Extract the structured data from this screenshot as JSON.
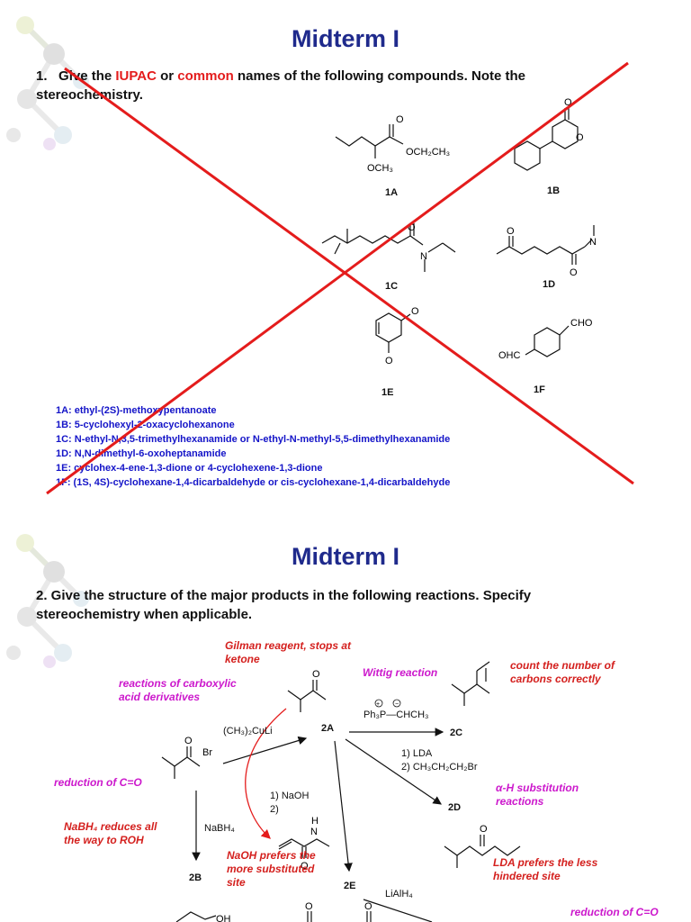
{
  "slide1": {
    "title": "Midterm I",
    "question": {
      "number": "1.",
      "pre": "Give the ",
      "iupac": "IUPAC",
      "or": " or ",
      "common": "common",
      "post": " names of the following compounds. Note the stereochemistry."
    },
    "compound_labels": [
      "1A",
      "1B",
      "1C",
      "1D",
      "1E",
      "1F"
    ],
    "structure_text": {
      "a_ester": "OCH₂CH₃",
      "a_methoxy": "OCH₃",
      "o": "O",
      "n": "N",
      "cho": "CHO",
      "ohc": "OHC"
    },
    "answers": [
      "1A: ethyl-(2S)-methoxypentanoate",
      "1B: 5-cyclohexyl-2-oxacyclohexanone",
      "1C: N-ethyl-N,3,5-trimethylhexanamide or N-ethyl-N-methyl-5,5-dimethylhexanamide",
      "1D: N,N-dimethyl-6-oxoheptanamide",
      "1E: cyclohex-4-ene-1,3-dione or 4-cyclohexene-1,3-dione",
      "1F: (1S, 4S)-cyclohexane-1,4-dicarbaldehyde or cis-cyclohexane-1,4-dicarbaldehyde"
    ]
  },
  "slide2": {
    "title": "Midterm I",
    "question": "2. Give the structure of the major products in the following reactions. Specify stereochemistry when applicable.",
    "notes": {
      "gilman": "Gilman reagent, stops at ketone",
      "carboxylic": "reactions of carboxylic acid derivatives",
      "wittig": "Wittig reaction",
      "count": "count the number of carbons correctly",
      "reduction1": "reduction of C=O",
      "nabh4_note": "NaBH₄ reduces all the way to ROH",
      "naoh_note": "NaOH prefers the more substituted site",
      "alpha": "α-H substitution reactions",
      "lda_note": "LDA prefers the less hindered site",
      "reduction2": "reduction of C=O"
    },
    "reagents": {
      "cuprate": "(CH₃)₂CuLi",
      "wittig_reagent": "Ph₃P—CHCH₃",
      "lda1": "1) LDA",
      "lda2": "2) CH₃CH₂CH₂Br",
      "naoh1": "1) NaOH",
      "naoh2": "2)",
      "nabh4": "NaBH₄",
      "lialh4": "LiAlH₄",
      "br": "Br",
      "oh": "OH",
      "o": "O",
      "h": "H",
      "n": "N"
    },
    "compound_labels": {
      "a": "2A",
      "b": "2B",
      "c": "2C",
      "d": "2D",
      "e": "2E"
    }
  }
}
